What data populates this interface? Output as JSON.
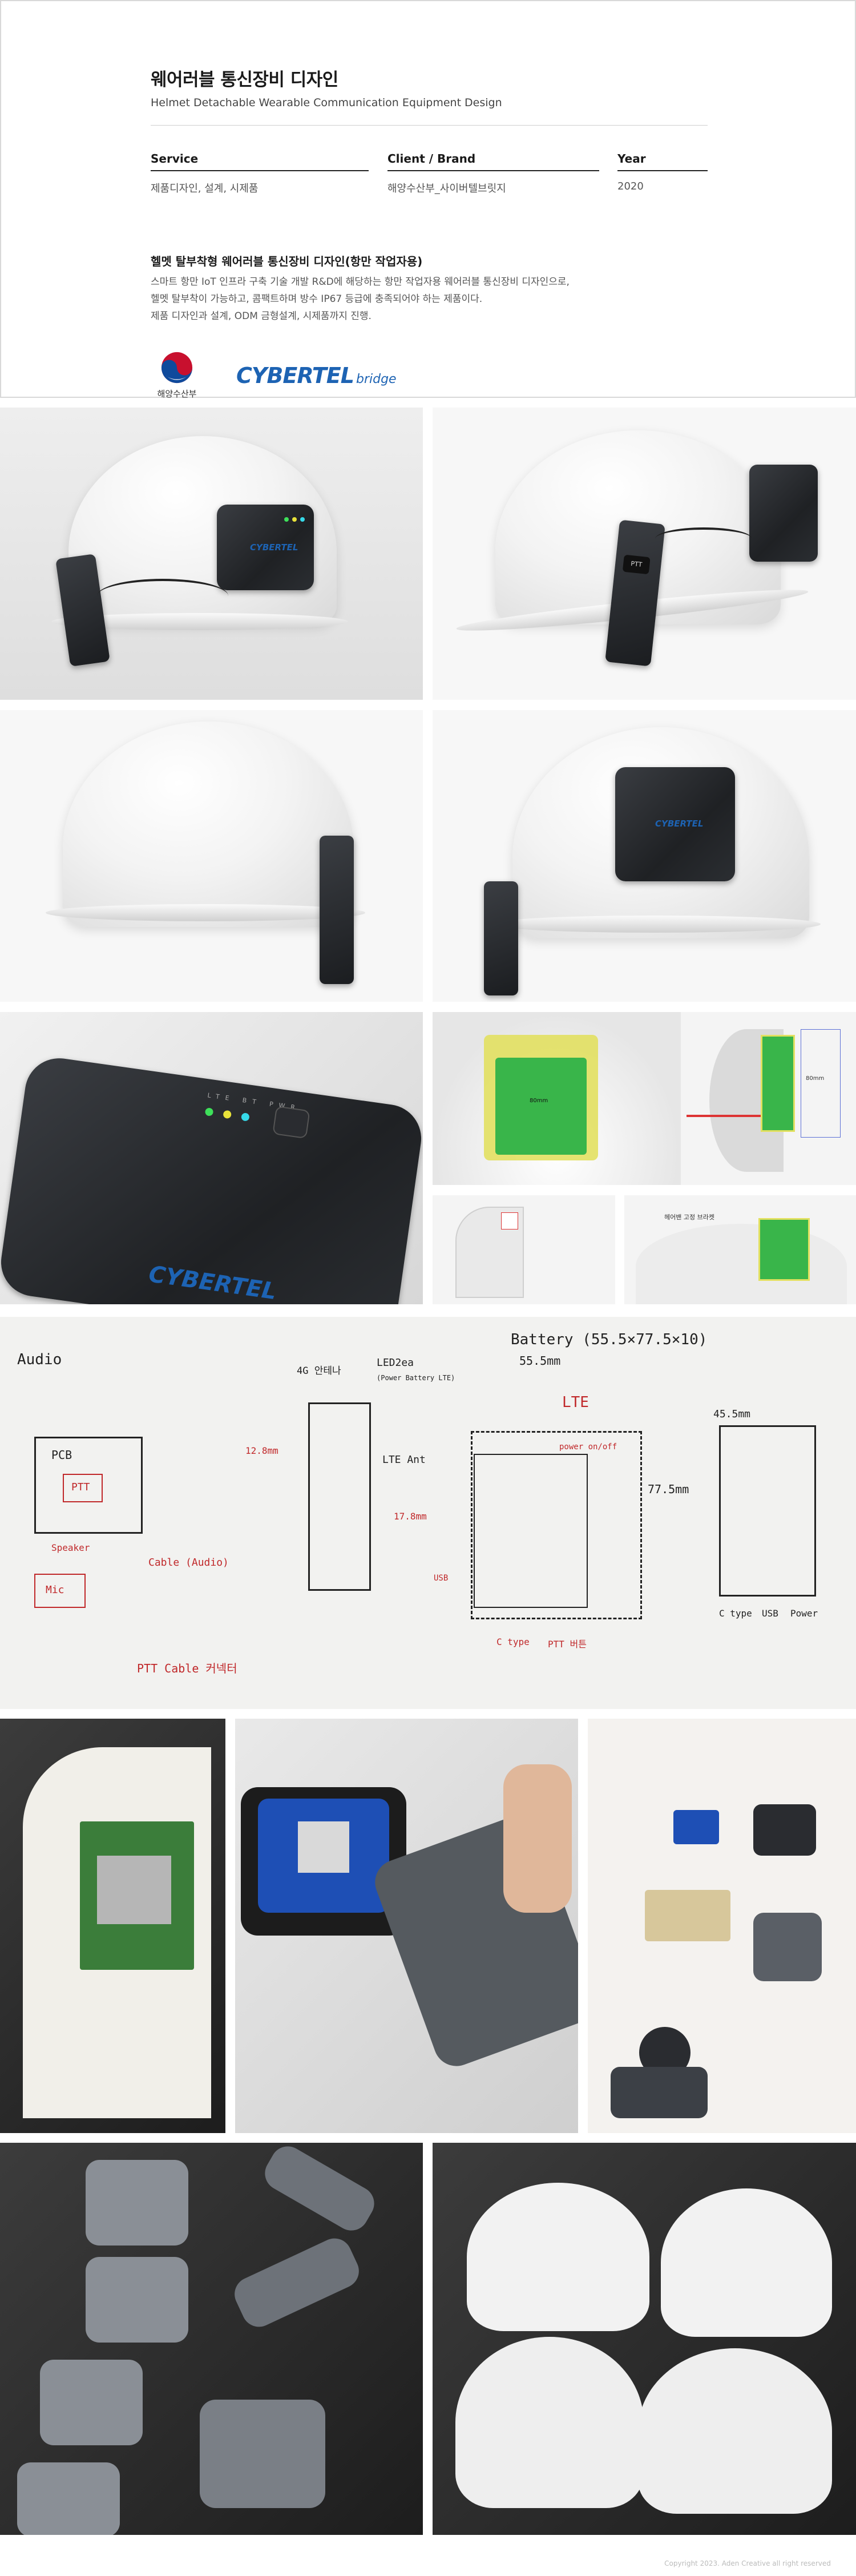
{
  "header": {
    "title": "웨어러블 통신장비 디자인",
    "subtitle": "Helmet Detachable Wearable Communication Equipment Design"
  },
  "meta": {
    "service_label": "Service",
    "service_value": "제품디자인, 설계, 시제품",
    "client_label": "Client / Brand",
    "client_value": "해양수산부_사이버텔브릿지",
    "year_label": "Year",
    "year_value": "2020"
  },
  "description": {
    "heading": "헬멧 탈부착형 웨어러블 통신장비 디자인(항만 작업자용)",
    "line1": "스마트 항만 IoT 인프라 구축 기술 개발 R&D에 해당하는 항만 작업자용 웨어러블 통신장비 디자인으로,",
    "line2": "헬멧 탈부착이 가능하고, 콤팩트하며 방수 IP67 등급에 충족되어야 하는 제품이다.",
    "line3": "제품 디자인과 설계, ODM 금형설계, 시제품까지 진행."
  },
  "logos": {
    "ministry_name": "해양수산부",
    "brand_main": "CYBERTEL",
    "brand_sub": "bridge"
  },
  "renders": {
    "device_brand": "CYBERTEL",
    "ptt_label": "PTT",
    "led_labels": [
      "LTE",
      "BT",
      "PWR"
    ]
  },
  "cad_notes": {
    "dim_a": "80mm",
    "dim_b": "80mm",
    "note_fix": "헤어밴 고정 브라켓"
  },
  "sketch": {
    "audio": "Audio",
    "battery": "Battery (55.5×77.5×10)",
    "battery_w": "55.5mm",
    "lte": "LTE",
    "pcb": "PCB",
    "ptt": "PTT",
    "speaker": "Speaker",
    "mic": "Mic",
    "ptt_cable": "PTT Cable 커넥터",
    "cable_note": "Cable (Audio)",
    "lte_ant": "LTE Ant",
    "led_note": "LED2ea",
    "led_sub": "(Power Battery LTE)",
    "dim_77": "77.5mm",
    "dim_45": "45.5mm",
    "usb": "USB",
    "ctype": "C type",
    "usb2": "USB",
    "power": "Power",
    "power_onoff": "power on/off",
    "ptt_unit": "PTT 버튼",
    "connector": "C type",
    "dim_12": "12.8mm",
    "dim_17": "17.8mm",
    "side_note": "4G 안테나"
  },
  "footer": {
    "copyright": "Copyright 2023. Aden Creative all right reserved"
  },
  "colors": {
    "brand_blue": "#1d63b3",
    "led_green": "#3ee05a",
    "led_cyan": "#36d9e8",
    "led_yellow": "#e8e23a"
  }
}
